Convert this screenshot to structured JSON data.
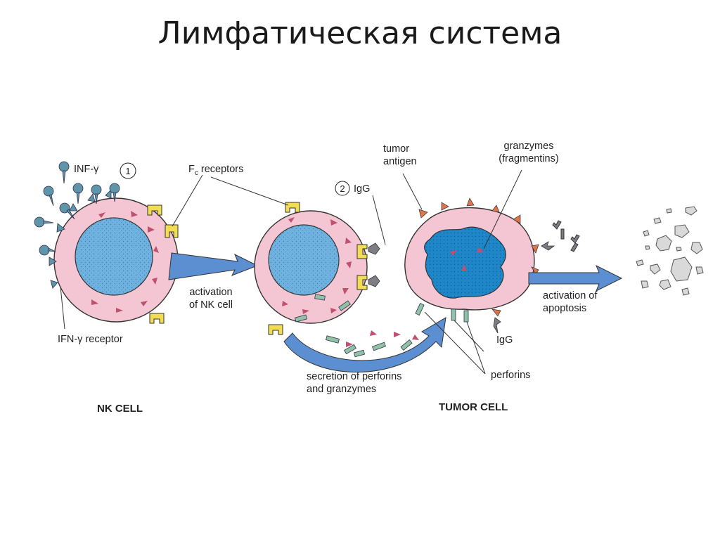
{
  "title": "Лимфатическая система",
  "labels": {
    "inf_gamma": "INF-γ",
    "step1": "1",
    "fc_receptors_main": "F",
    "fc_receptors_sub": "c",
    "fc_receptors_rest": " receptors",
    "step2": "2",
    "igg_top": "IgG",
    "tumor_antigen_1": "tumor",
    "tumor_antigen_2": "antigen",
    "granzymes_1": "granzymes",
    "granzymes_2": "(fragmentins)",
    "activation_nk_1": "activation",
    "activation_nk_2": "of NK cell",
    "ifn_receptor": "IFN-γ receptor",
    "activation_apoptosis_1": "activation of",
    "activation_apoptosis_2": "apoptosis",
    "igg_bottom": "IgG",
    "secretion_1": "secretion of perforins",
    "secretion_2": "and granzymes",
    "perforins": "perforins",
    "nk_cell": "NK CELL",
    "tumor_cell": "TUMOR CELL"
  },
  "colors": {
    "cytoplasm": "#f4c6d3",
    "nucleus": "#6fb2e0",
    "tumor_nucleus": "#1f86c8",
    "receptor": "#f2dc52",
    "arrow": "#5c8fd1",
    "granzyme": "#c0506f",
    "perforin": "#8fc3a3",
    "antigen": "#e0744a",
    "igg": "#7d7d86",
    "inf": "#5f95a8",
    "debris": "#d9d9d9"
  }
}
